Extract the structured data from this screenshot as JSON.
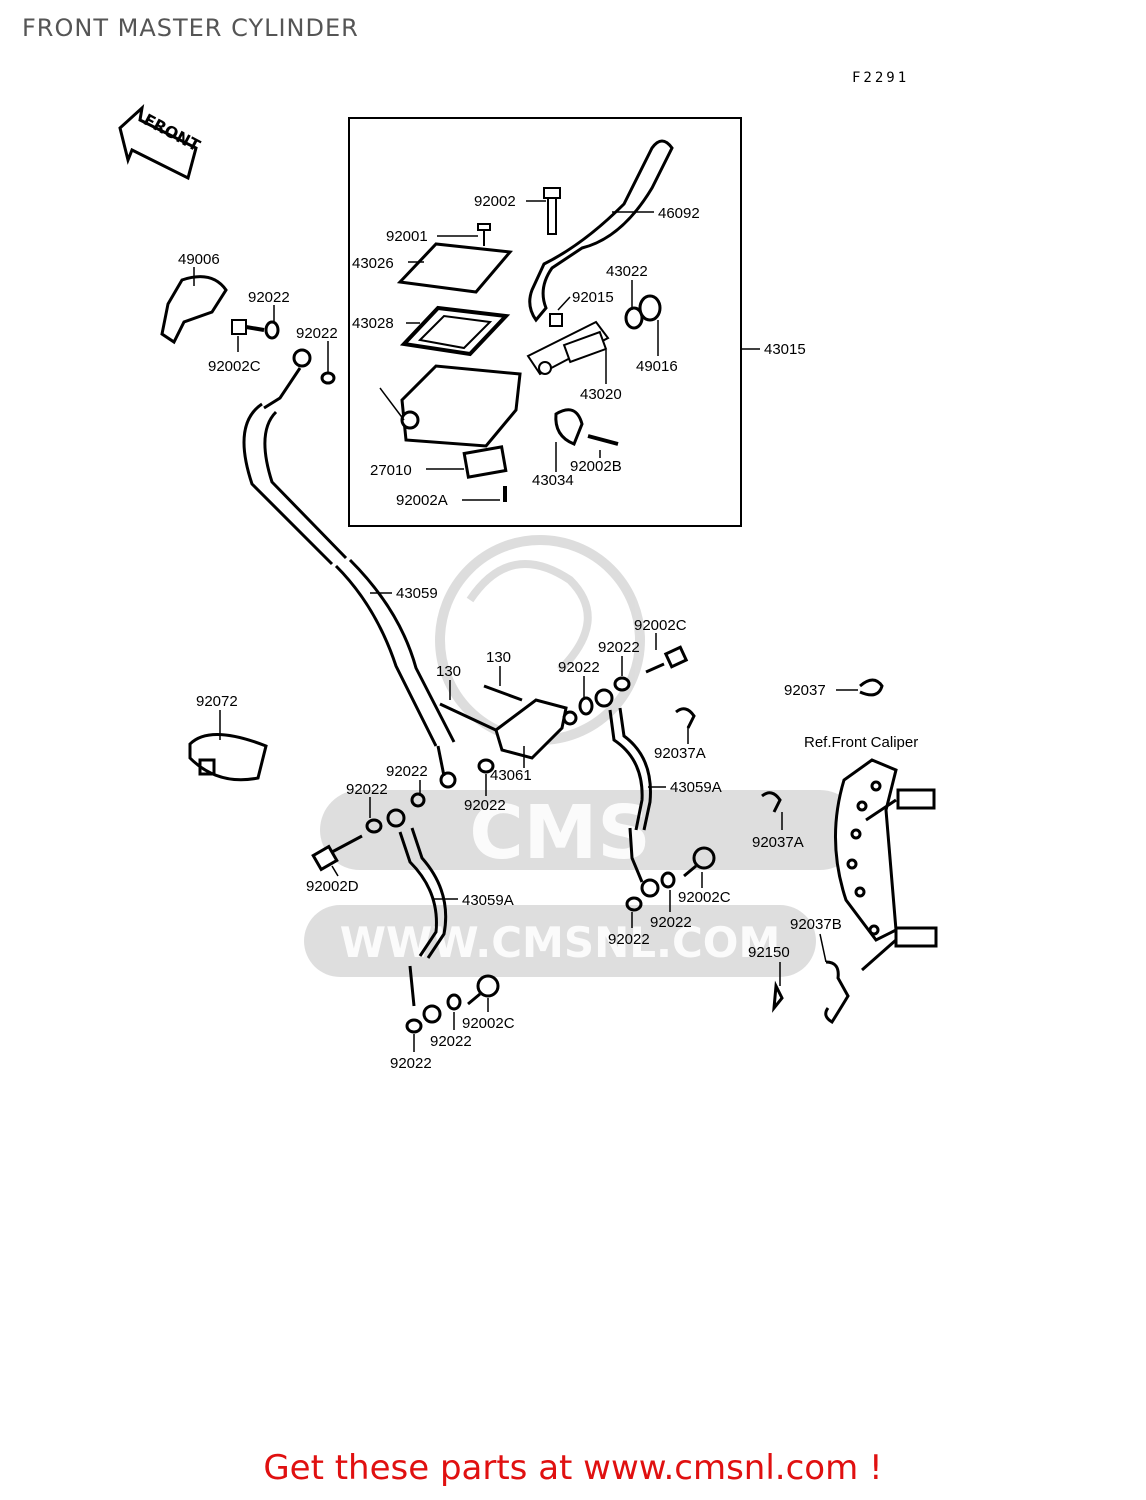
{
  "page": {
    "title": "FRONT MASTER CYLINDER",
    "figure_code": "F2291",
    "front_arrow_label": "FRONT",
    "watermark_text": "CMS",
    "watermark_url": "WWW.CMSNL.COM",
    "ref_caliper": "Ref.Front Caliper",
    "footer": "Get these parts at www.cmsnl.com !",
    "footer_color": "#e01010"
  },
  "parts": [
    {
      "id": "92002"
    },
    {
      "id": "46092"
    },
    {
      "id": "92001"
    },
    {
      "id": "43026"
    },
    {
      "id": "43022"
    },
    {
      "id": "49006"
    },
    {
      "id": "92022"
    },
    {
      "id": "92015"
    },
    {
      "id": "92022"
    },
    {
      "id": "43028"
    },
    {
      "id": "49016"
    },
    {
      "id": "43015"
    },
    {
      "id": "92002C"
    },
    {
      "id": "43020"
    },
    {
      "id": "27010"
    },
    {
      "id": "92002B"
    },
    {
      "id": "43034"
    },
    {
      "id": "92002A"
    },
    {
      "id": "43059"
    },
    {
      "id": "92002C"
    },
    {
      "id": "92022"
    },
    {
      "id": "130"
    },
    {
      "id": "130"
    },
    {
      "id": "92022"
    },
    {
      "id": "92037"
    },
    {
      "id": "92072"
    },
    {
      "id": "92037A"
    },
    {
      "id": "43061"
    },
    {
      "id": "43059A"
    },
    {
      "id": "92022"
    },
    {
      "id": "92022"
    },
    {
      "id": "92022"
    },
    {
      "id": "92037A"
    },
    {
      "id": "92002D"
    },
    {
      "id": "92002C"
    },
    {
      "id": "43059A"
    },
    {
      "id": "92022"
    },
    {
      "id": "92022"
    },
    {
      "id": "92037B"
    },
    {
      "id": "92150"
    },
    {
      "id": "92002C"
    },
    {
      "id": "92022"
    },
    {
      "id": "92022"
    }
  ]
}
